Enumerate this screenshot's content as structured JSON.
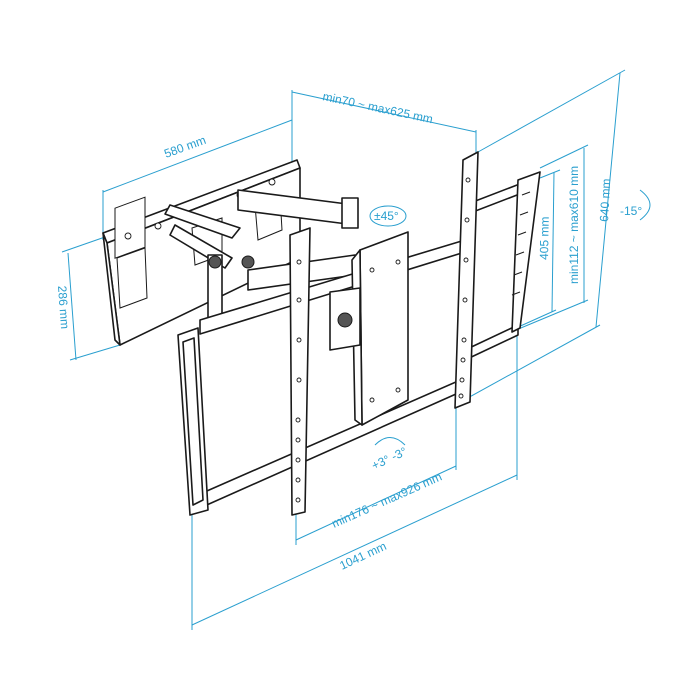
{
  "dimensions": {
    "arm_extension": "min70 ~ max625 mm",
    "wall_plate_width": "580 mm",
    "wall_plate_height": "286 mm",
    "total_height": "640 mm",
    "vertical_range": "min112 ~ max610 mm",
    "bracket_height": "405 mm",
    "tilt_back": "-15°",
    "swivel": "±45°",
    "rotation": "+3° -3°",
    "horizontal_range": "min176 ~ max926 mm",
    "total_width": "1041 mm"
  },
  "colors": {
    "dimension": "#2a9fcf",
    "outline": "#1a1a1a"
  }
}
